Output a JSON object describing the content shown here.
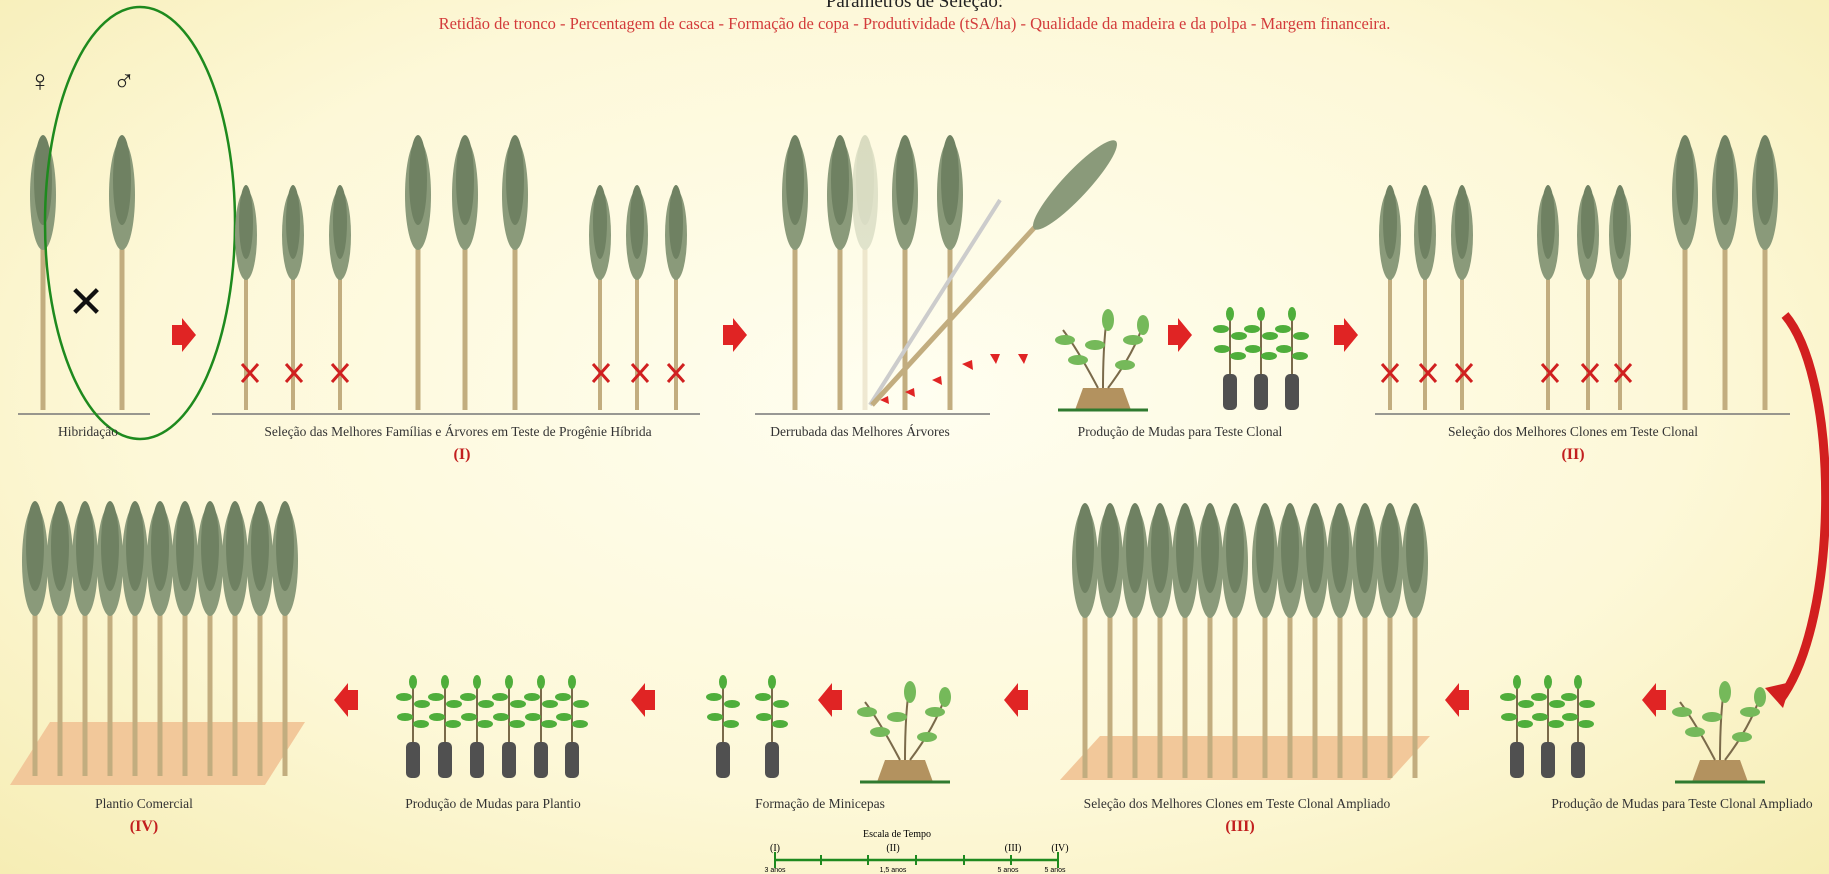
{
  "header": {
    "title": "Parâmetros de Seleção:",
    "parameters": "Retidão de tronco - Percentagem de casca - Formação de copa - Produtividade (tSA/ha) - Qualidade da madeira e da polpa - Margem financeira."
  },
  "symbols": {
    "female": "♀",
    "male": "♂",
    "cross": "✕"
  },
  "stages": [
    {
      "label": "Hibridação",
      "roman": ""
    },
    {
      "label": "Seleção das Melhores Famílias e Árvores em Teste de Progênie Híbrida",
      "roman": "(I)"
    },
    {
      "label": "Derrubada das Melhores Árvores",
      "roman": ""
    },
    {
      "label": "Produção de Mudas para Teste Clonal",
      "roman": ""
    },
    {
      "label": "Seleção dos Melhores Clones em Teste Clonal",
      "roman": "(II)"
    },
    {
      "label": "Produção de Mudas para Teste Clonal Ampliado",
      "roman": ""
    },
    {
      "label": "Seleção dos Melhores Clones em Teste Clonal Ampliado",
      "roman": "(III)"
    },
    {
      "label": "Formação de Minicepas",
      "roman": ""
    },
    {
      "label": "Produção de Mudas para Plantio",
      "roman": ""
    },
    {
      "label": "Plantio Comercial",
      "roman": "(IV)"
    }
  ],
  "time_scale": {
    "title": "Escala de Tempo",
    "marks": [
      "(I)",
      "(II)",
      "(III)",
      "(IV)"
    ],
    "durations": [
      "3 anos",
      "1,5 anos",
      "5 anos",
      "5 anos"
    ]
  },
  "colors": {
    "trunk": "#c2ad7f",
    "crown": "#8a9a7a",
    "arrow": "#e02424",
    "ground": "#f2c89a",
    "ellipse": "#1e8a1e",
    "scale": "#1e8a1e"
  }
}
